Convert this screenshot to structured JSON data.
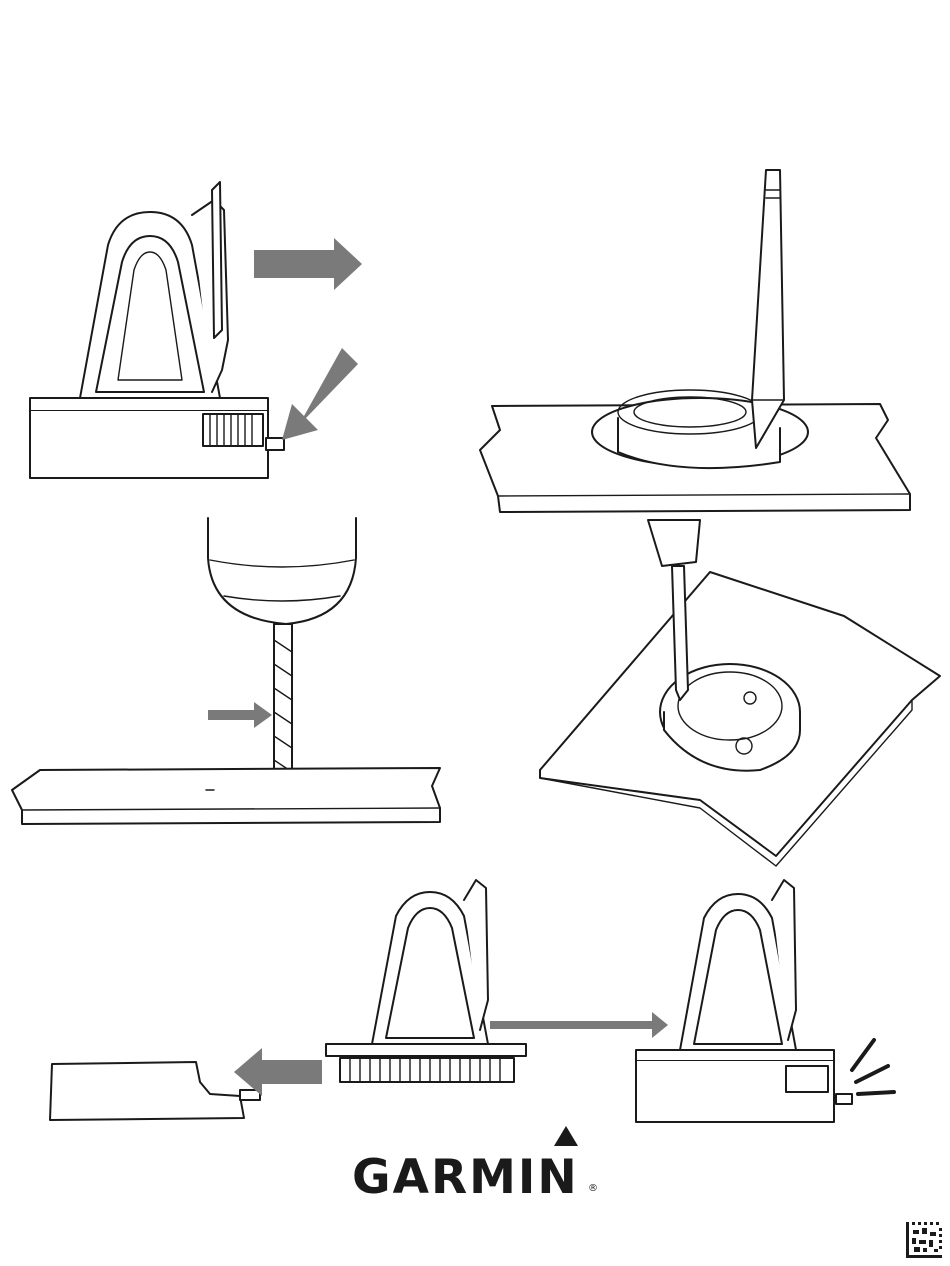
{
  "brand": {
    "logo_text": "GARMIN",
    "registered_mark": "®",
    "logo_color": "#1a1a1a",
    "delta_icon": "triangle-icon"
  },
  "colors": {
    "line_art": "#1a1a1a",
    "arrow_gray": "#7a7a7a",
    "background": "#ffffff"
  },
  "steps": [
    {
      "id": "remove-base",
      "icon": "mount-with-base"
    },
    {
      "id": "mark-holes",
      "icon": "pencil-marking"
    },
    {
      "id": "drill-holes",
      "icon": "drill"
    },
    {
      "id": "screw-base",
      "icon": "screwdriver"
    },
    {
      "id": "detach-cover",
      "icon": "mount-detach"
    },
    {
      "id": "snap-mount",
      "icon": "mount-click"
    }
  ]
}
